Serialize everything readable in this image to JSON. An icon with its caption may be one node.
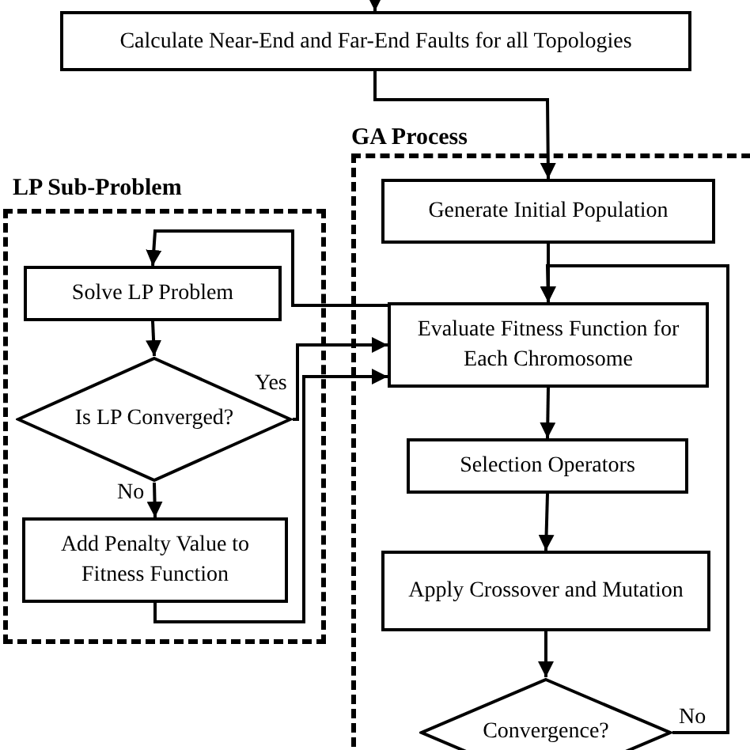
{
  "diagram": {
    "nodes": [
      {
        "text": [
          "Calculate Near-End and Far-End Faults for all Topologies"
        ]
      },
      {
        "text": [
          "GA Process"
        ]
      },
      {
        "text": [
          "Generate Initial Population"
        ],
        "in": 1
      },
      {
        "text": [
          "Evaluate Fitness Function for Each Chromosome"
        ],
        "in": 1
      },
      {
        "text": [
          "Selection Operators"
        ],
        "in": 1
      },
      {
        "text": [
          "Apply Crossover and Mutation"
        ],
        "in": 1
      },
      {
        "text": [
          "Convergence?"
        ],
        "in": 1
      },
      {
        "text": [
          "LP Sub-Problem"
        ]
      },
      {
        "text": [
          "Solve LP Problem"
        ],
        "in": 7
      },
      {
        "text": [
          "Is LP Converged?"
        ],
        "in": 7
      },
      {
        "text": [
          "Add Penalty Value to Fitness Function"
        ],
        "in": 7
      }
    ],
    "edges": [
      {
        "from": null,
        "to": 0,
        "arrow": "to"
      },
      {
        "from": 0,
        "to": 2,
        "arrow": "to"
      },
      {
        "from": 2,
        "to": 3,
        "arrow": "to"
      },
      {
        "from": 3,
        "to": 8,
        "arrow": "to"
      },
      {
        "from": 8,
        "to": 9,
        "arrow": "to"
      },
      {
        "from": 9,
        "to": 3,
        "arrow": "to",
        "label": "Yes"
      },
      {
        "from": 9,
        "to": 10,
        "arrow": "to",
        "label": "No"
      },
      {
        "from": 10,
        "to": 3,
        "arrow": "to"
      },
      {
        "from": 3,
        "to": 4,
        "arrow": "to"
      },
      {
        "from": 4,
        "to": 5,
        "arrow": "to"
      },
      {
        "from": 5,
        "to": 6,
        "arrow": "to"
      },
      {
        "from": 6,
        "to": 3,
        "arrow": "to",
        "label": "No"
      }
    ]
  }
}
